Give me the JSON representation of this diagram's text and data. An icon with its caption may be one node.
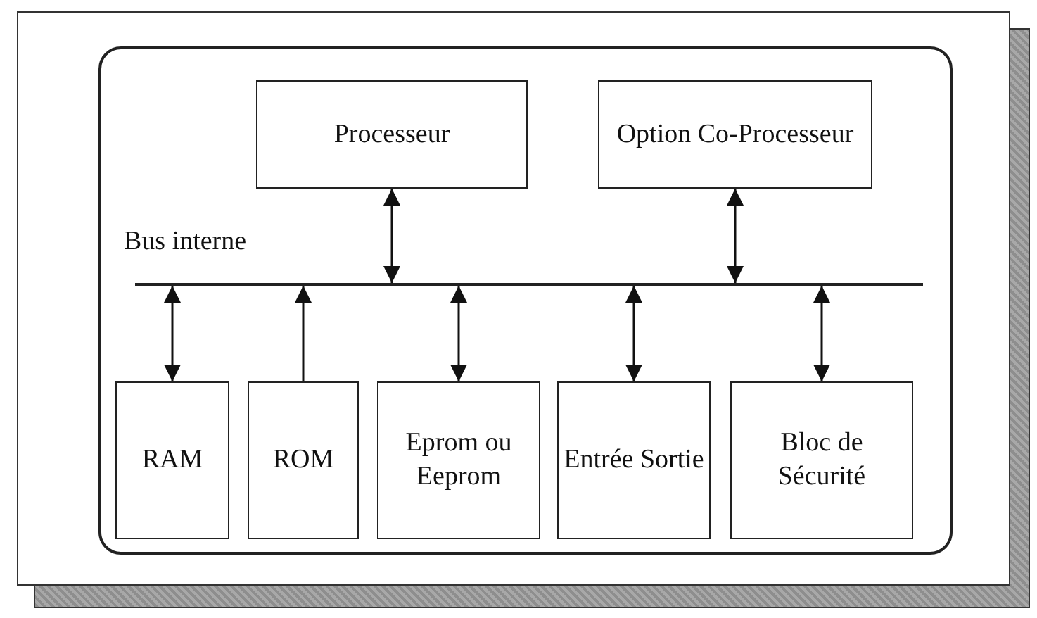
{
  "diagram": {
    "nodes": [
      {
        "text": [],
        "shape": "box"
      },
      {
        "text": [
          "Processeur"
        ],
        "in": 0
      },
      {
        "text": [
          "Option Co-Processeur"
        ],
        "in": 0
      },
      {
        "text": [],
        "shape": "bar",
        "in": 0,
        "beside": [
          "Bus interne"
        ]
      },
      {
        "text": [
          "RAM"
        ],
        "in": 0
      },
      {
        "text": [
          "ROM"
        ],
        "in": 0
      },
      {
        "text": [
          "Eprom ou Eeprom"
        ],
        "in": 0
      },
      {
        "text": [
          "Entrée Sortie"
        ],
        "in": 0
      },
      {
        "text": [
          "Bloc de Sécurité"
        ],
        "in": 0
      }
    ],
    "edges": [
      {
        "from": 1,
        "to": 3,
        "arrow": "both"
      },
      {
        "from": 2,
        "to": 3,
        "arrow": "both"
      },
      {
        "from": 3,
        "to": 4,
        "arrow": "both"
      },
      {
        "from": 5,
        "to": 3,
        "arrow": "to"
      },
      {
        "from": 3,
        "to": 6,
        "arrow": "both"
      },
      {
        "from": 3,
        "to": 7,
        "arrow": "both"
      },
      {
        "from": 3,
        "to": 8,
        "arrow": "both"
      }
    ]
  }
}
